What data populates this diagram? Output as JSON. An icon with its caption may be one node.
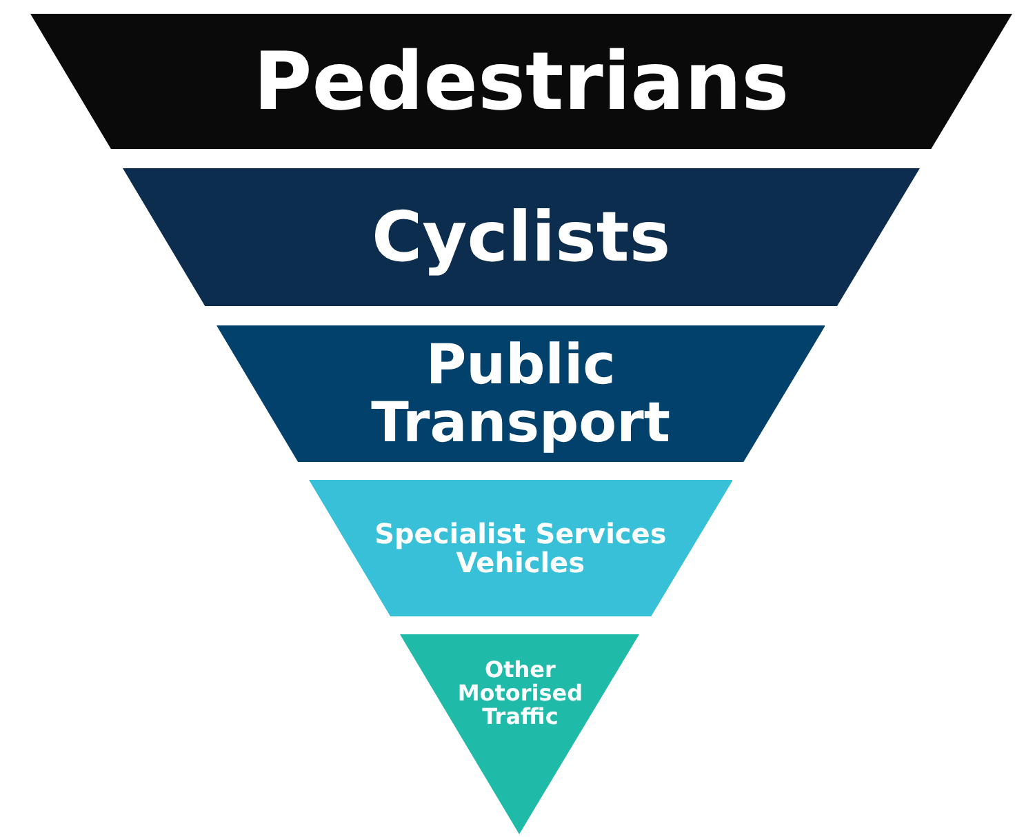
{
  "diagram": {
    "nodes": [
      {
        "text": [
          "Pedestrians"
        ]
      },
      {
        "text": [
          "Cyclists"
        ]
      },
      {
        "text": [
          "Public Transport"
        ]
      },
      {
        "text": [
          "Specialist Services Vehicles"
        ]
      },
      {
        "text": [
          "Other Motorised Traffic"
        ]
      }
    ]
  }
}
